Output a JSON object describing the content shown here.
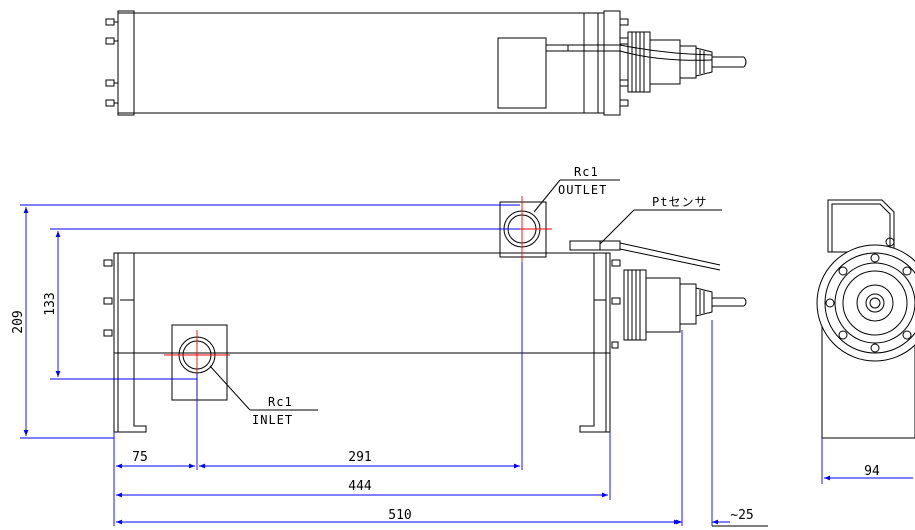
{
  "labels": {
    "outlet_size": "Rc1",
    "outlet_name": "OUTLET",
    "inlet_size": "Rc1",
    "inlet_name": "INLET",
    "sensor": "Ptセンサ"
  },
  "dimensions": {
    "height_overall": "209",
    "height_ports": "133",
    "inlet_offset": "75",
    "port_spacing": "291",
    "body_length": "444",
    "total_length": "510",
    "cable_gland": "~25",
    "side_width": "94"
  },
  "colors": {
    "outline": "#000000",
    "dimension": "#0000ff",
    "centerline": "#ff0000"
  }
}
